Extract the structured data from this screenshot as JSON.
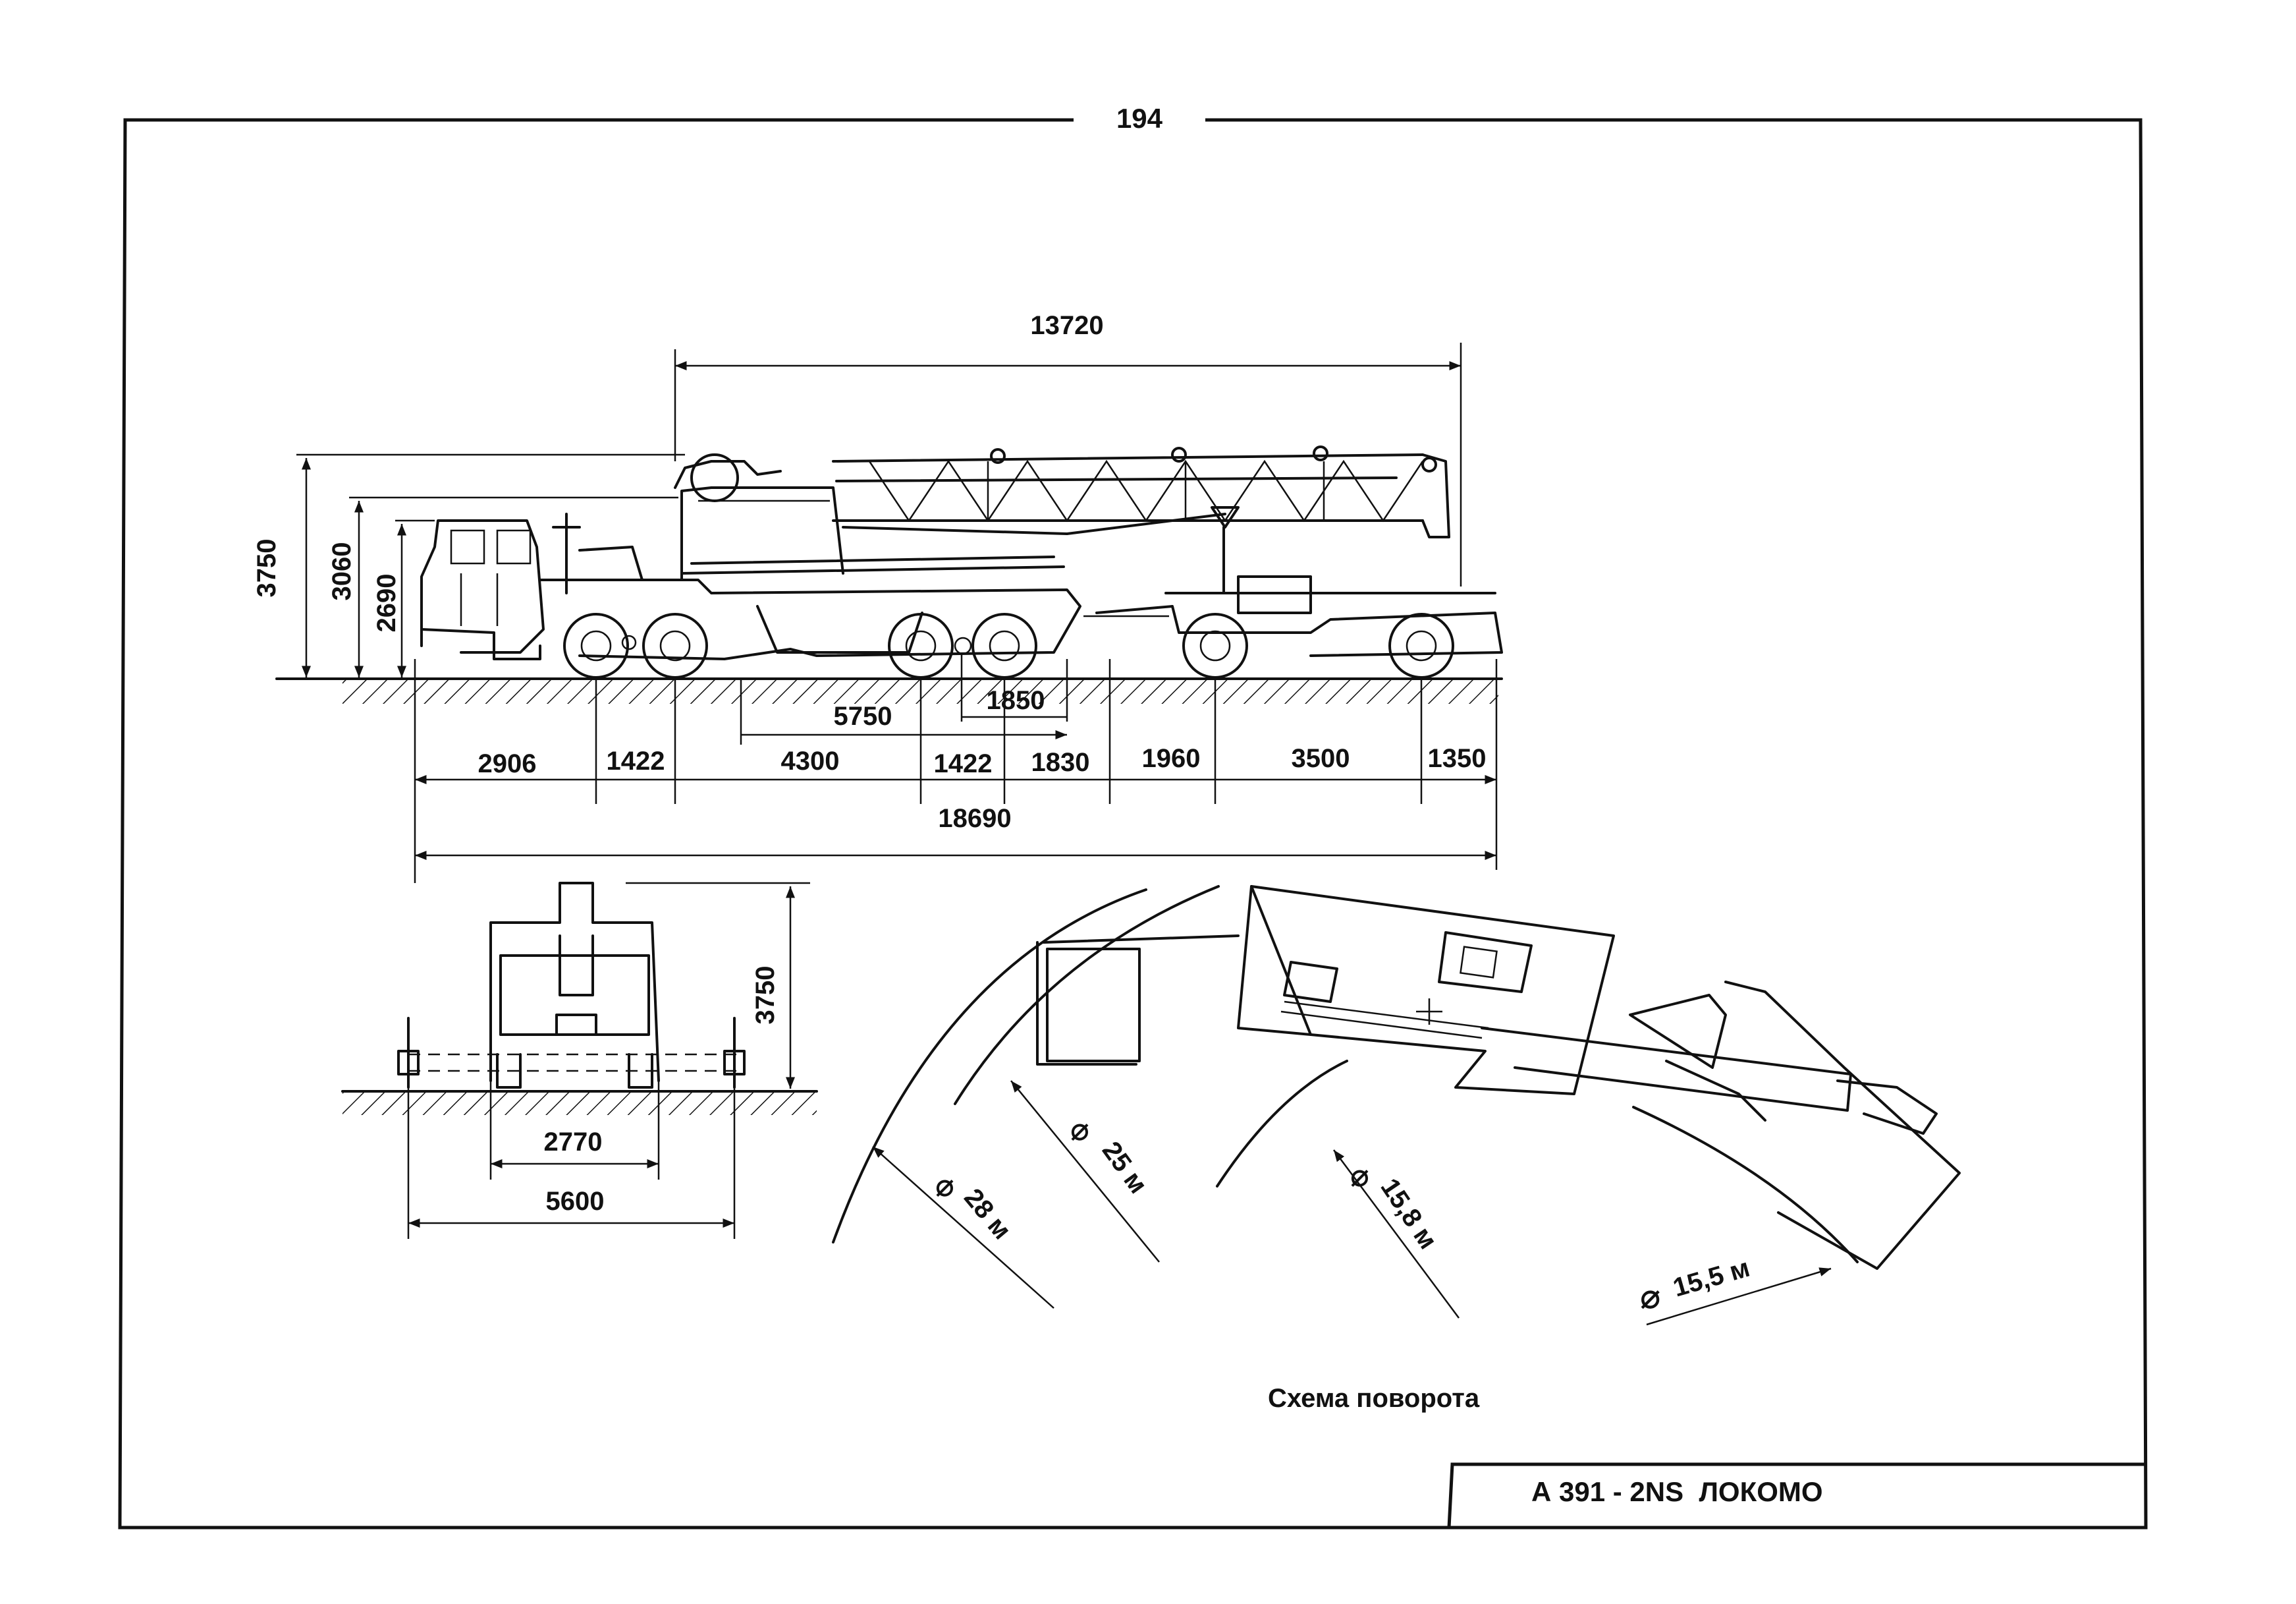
{
  "page_number": "194",
  "title_block": "А 391 - 2NS  ЛОКОМО",
  "caption": "Схема поворота",
  "side_view": {
    "overall_top": "13720",
    "heights": [
      "3750",
      "3060",
      "2690"
    ],
    "upper_dims": [
      "5750",
      "1850"
    ],
    "lower_dims": [
      "2906",
      "1422",
      "4300",
      "1422",
      "1830",
      "1960",
      "3500",
      "1350"
    ],
    "overall_bottom": "18690"
  },
  "front_view": {
    "height": "3750",
    "track": "2770",
    "outrigger_span": "5600"
  },
  "turning": {
    "d1": "28 м",
    "d2": "25 м",
    "d3": "15,8 м",
    "d4": "15,5 м"
  }
}
